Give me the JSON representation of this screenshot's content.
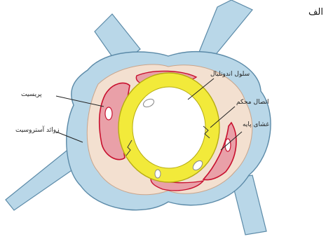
{
  "panel_tag": "الف",
  "labels": {
    "endothelial": "سلول اندوتلیال",
    "tight_junction": "اتصال محکم",
    "basement_membrane": "غشای پایه",
    "pericyte": "پریسیت",
    "astrocyte": "زوائد آستروسیت"
  },
  "colors": {
    "astrocyte": "#b9d7e8",
    "astrocyte_stroke": "#5b8aa8",
    "matrix": "#f3e0d0",
    "pericyte": "#e9a0a8",
    "pericyte_dark": "#c8102e",
    "endothelium": "#f2ea3a",
    "endothelium_stroke": "#b6ac12",
    "lumen": "#ffffff"
  }
}
